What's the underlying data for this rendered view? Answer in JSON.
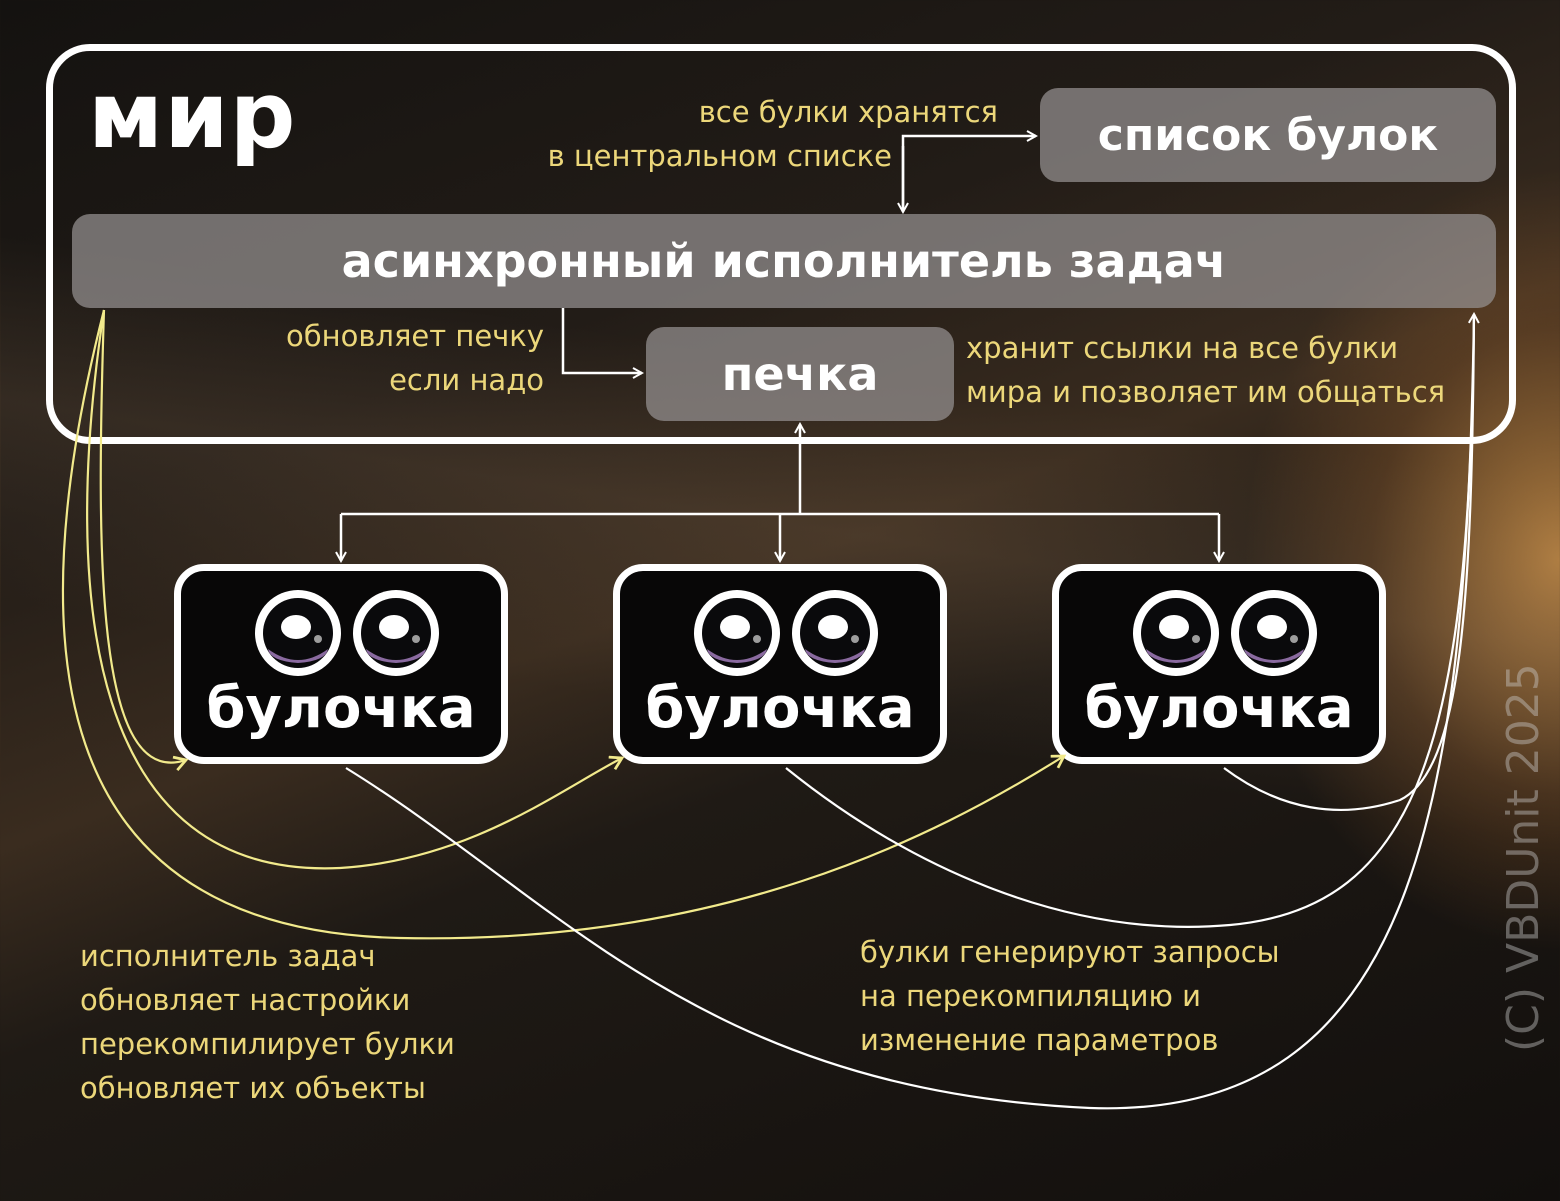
{
  "world": {
    "title": "мир"
  },
  "boxes": {
    "bun_list": "список булок",
    "executor": "асинхронный исполнитель задач",
    "oven": "печка"
  },
  "notes": {
    "central_list": [
      "все булки хранятся",
      "в центральном списке"
    ],
    "updates_oven": [
      "обновляет печку",
      "если надо"
    ],
    "oven_links": [
      "хранит ссылки на все булки",
      "мира и позволяет им общаться"
    ],
    "executor_tasks": [
      "исполнитель задач",
      "обновляет настройки",
      "перекомпилирует булки",
      "обновляет их объекты"
    ],
    "bun_requests": [
      "булки генерируют запросы",
      "на перекомпиляцию и",
      "изменение параметров"
    ]
  },
  "buns": [
    {
      "label": "булочка"
    },
    {
      "label": "булочка"
    },
    {
      "label": "булочка"
    }
  ],
  "copyright": "(C) VBDUnit 2025",
  "colors": {
    "frame": "#ffffff",
    "pill": "#969191",
    "note_text": "#ecd77a",
    "executor_arrows": "#f2ea8c",
    "connector": "#ffffff"
  }
}
